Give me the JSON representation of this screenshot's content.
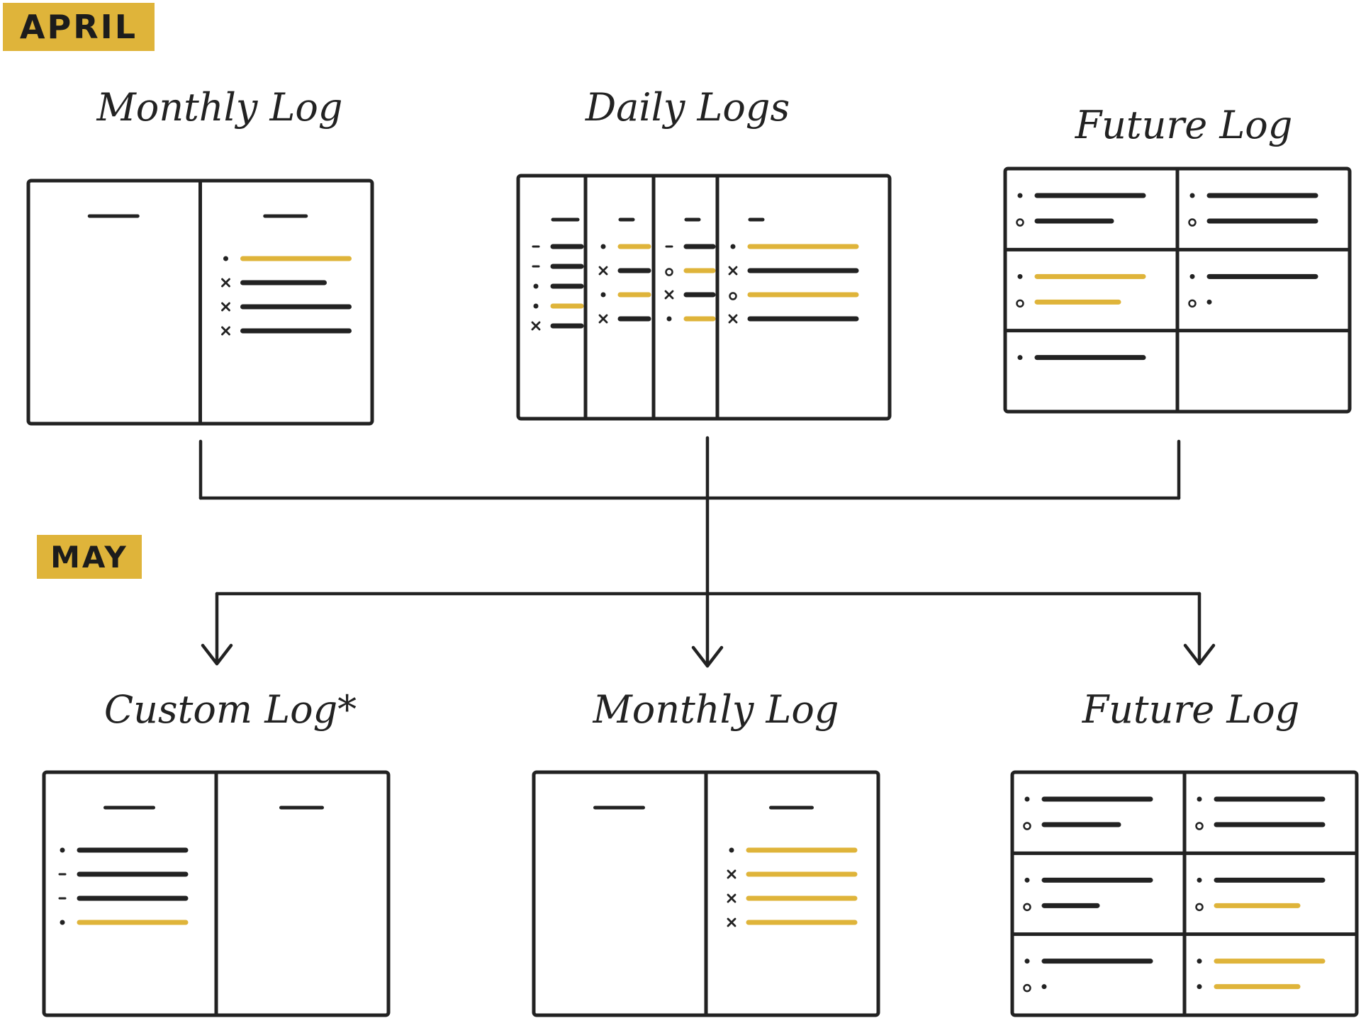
{
  "colors": {
    "ink": "#222222",
    "accent": "#dfb43a"
  },
  "april": {
    "tag": "APRIL",
    "sources": [
      {
        "title": "Monthly Log",
        "layout": "monthly"
      },
      {
        "title": "Daily Logs",
        "layout": "daily"
      },
      {
        "title": "Future Log",
        "layout": "future"
      }
    ]
  },
  "may": {
    "tag": "MAY",
    "targets": [
      {
        "title": "Custom Log*",
        "layout": "custom"
      },
      {
        "title": "Monthly Log",
        "layout": "monthly"
      },
      {
        "title": "Future Log",
        "layout": "future"
      }
    ]
  }
}
